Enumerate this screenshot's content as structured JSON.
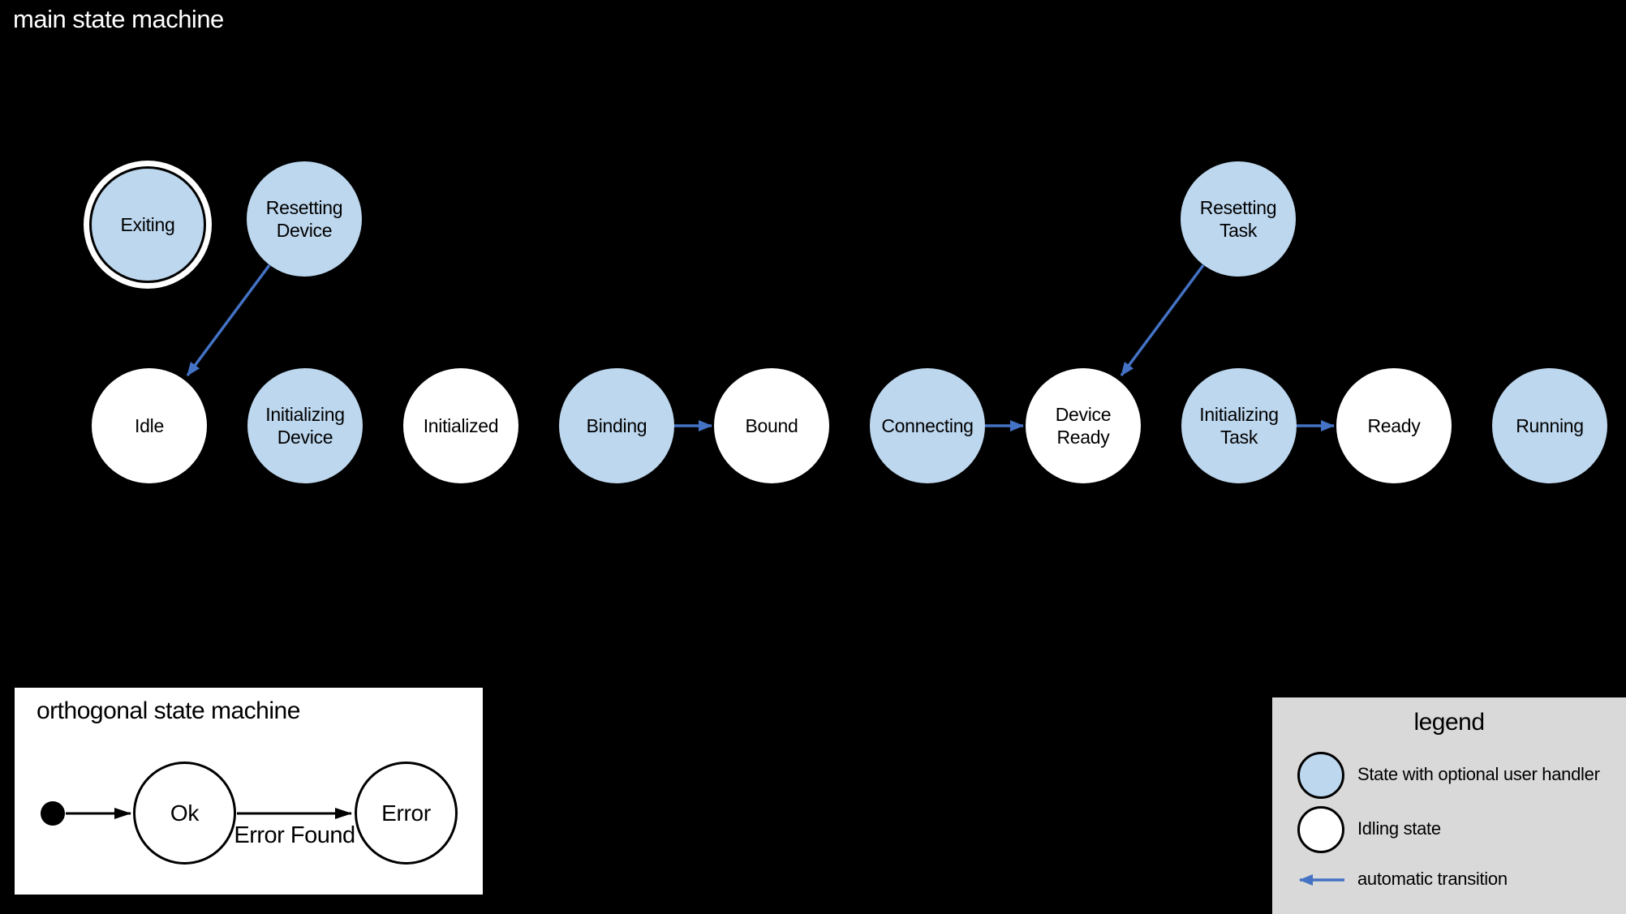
{
  "page": {
    "title": "main state machine"
  },
  "colors": {
    "background": "#000000",
    "handler_state_fill": "#bdd7ee",
    "idling_state_fill": "#ffffff",
    "state_outline": "#000000",
    "automatic_transition_arrow": "#4472c4",
    "legend_background": "#d9d9d9",
    "panel_background": "#ffffff",
    "main_title_color": "#ffffff"
  },
  "main_machine": {
    "title": "main state machine",
    "states": [
      {
        "label": "Exiting",
        "kind": "handler",
        "final": true
      },
      {
        "label": "Resetting Device",
        "kind": "handler"
      },
      {
        "label": "Resetting Task",
        "kind": "handler"
      },
      {
        "label": "Idle",
        "kind": "idling"
      },
      {
        "label": "Initializing Device",
        "kind": "handler"
      },
      {
        "label": "Initialized",
        "kind": "idling"
      },
      {
        "label": "Binding",
        "kind": "handler"
      },
      {
        "label": "Bound",
        "kind": "idling"
      },
      {
        "label": "Connecting",
        "kind": "handler"
      },
      {
        "label": "Device Ready",
        "kind": "idling"
      },
      {
        "label": "Initializing Task",
        "kind": "handler"
      },
      {
        "label": "Ready",
        "kind": "idling"
      },
      {
        "label": "Running",
        "kind": "handler"
      }
    ],
    "transitions": [
      {
        "from": "Resetting Device",
        "to": "Idle",
        "type": "automatic"
      },
      {
        "from": "Binding",
        "to": "Bound",
        "type": "automatic"
      },
      {
        "from": "Connecting",
        "to": "Device Ready",
        "type": "automatic"
      },
      {
        "from": "Resetting Task",
        "to": "Device Ready",
        "type": "automatic"
      },
      {
        "from": "Initializing Task",
        "to": "Ready",
        "type": "automatic"
      }
    ]
  },
  "orthogonal_machine": {
    "title": "orthogonal state machine",
    "states": [
      {
        "label": "Ok",
        "kind": "idling"
      },
      {
        "label": "Error",
        "kind": "idling"
      }
    ],
    "transitions": [
      {
        "from": "initial",
        "to": "Ok",
        "label": ""
      },
      {
        "from": "Ok",
        "to": "Error",
        "label": "Error Found"
      }
    ]
  },
  "legend": {
    "title": "legend",
    "items": [
      {
        "swatch": "handler-state",
        "label": "State with optional user handler"
      },
      {
        "swatch": "idling-state",
        "label": "Idling state"
      },
      {
        "swatch": "automatic-transition-arrow",
        "label": "automatic transition"
      }
    ]
  }
}
